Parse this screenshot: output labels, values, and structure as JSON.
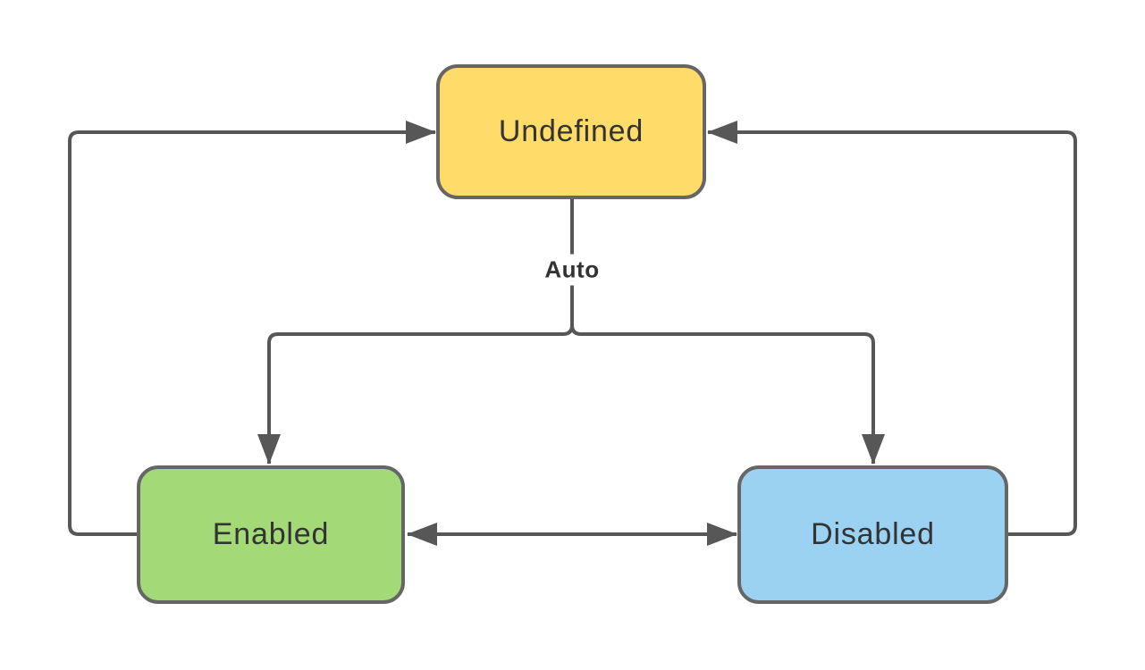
{
  "diagram": {
    "type": "state-diagram",
    "background": "#FFFFFF",
    "nodes": [
      {
        "id": "undefined",
        "label": "Undefined",
        "fill": "#FFDB69",
        "border": "#666666"
      },
      {
        "id": "enabled",
        "label": "Enabled",
        "fill": "#A3D977",
        "border": "#666666"
      },
      {
        "id": "disabled",
        "label": "Disabled",
        "fill": "#9BD2F1",
        "border": "#666666"
      }
    ],
    "edges": [
      {
        "from": "undefined",
        "to": "enabled",
        "label": "Auto",
        "arrow": "end"
      },
      {
        "from": "undefined",
        "to": "disabled",
        "label": "Auto",
        "arrow": "end"
      },
      {
        "from": "enabled",
        "to": "disabled",
        "label": "",
        "arrow": "both"
      },
      {
        "from": "enabled",
        "to": "undefined",
        "label": "",
        "arrow": "end"
      },
      {
        "from": "disabled",
        "to": "undefined",
        "label": "",
        "arrow": "end"
      }
    ],
    "colors": {
      "connector": "#575757",
      "text": "#333333"
    }
  }
}
